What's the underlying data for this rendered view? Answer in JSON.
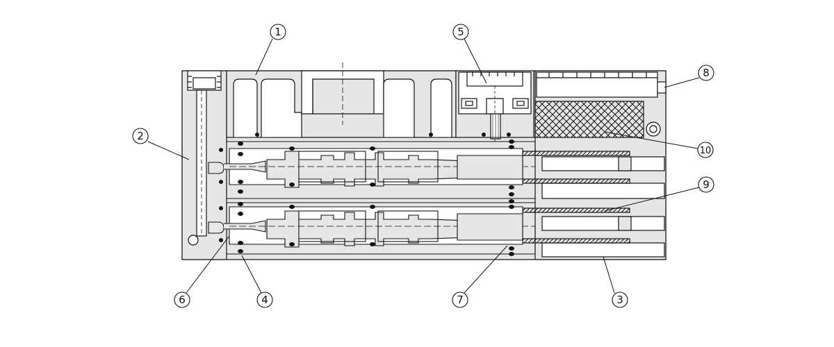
{
  "callouts": [
    {
      "id": "c1",
      "label": "1"
    },
    {
      "id": "c2",
      "label": "2"
    },
    {
      "id": "c3",
      "label": "3"
    },
    {
      "id": "c4",
      "label": "4"
    },
    {
      "id": "c5",
      "label": "5"
    },
    {
      "id": "c6",
      "label": "6"
    },
    {
      "id": "c7",
      "label": "7"
    },
    {
      "id": "c8",
      "label": "8"
    },
    {
      "id": "c9",
      "label": "9"
    },
    {
      "id": "c10",
      "label": "10"
    }
  ],
  "colors": {
    "body_fill": "#e6e6e6",
    "line": "#111111",
    "seal": "#111111",
    "coil_hatch": "#111111"
  }
}
